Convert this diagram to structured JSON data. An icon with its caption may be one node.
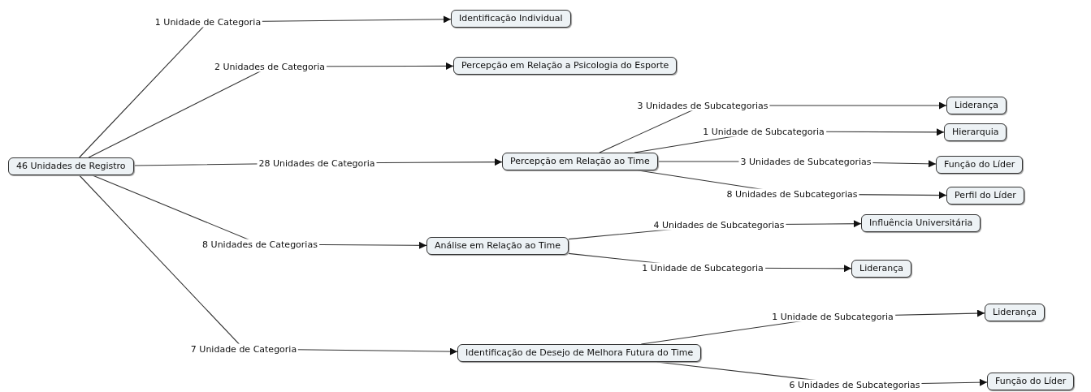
{
  "diagram": {
    "nodes": [
      {
        "text": [
          "46 Unidades de Registro"
        ]
      },
      {
        "text": [
          "Identificação Individual"
        ]
      },
      {
        "text": [
          "Percepção em Relação a Psicologia do Esporte"
        ]
      },
      {
        "text": [
          "Percepção em Relação ao Time"
        ]
      },
      {
        "text": [
          "Liderança"
        ]
      },
      {
        "text": [
          "Hierarquia"
        ]
      },
      {
        "text": [
          "Função do Líder"
        ]
      },
      {
        "text": [
          "Perfil do Líder"
        ]
      },
      {
        "text": [
          "Análise em Relação ao Time"
        ]
      },
      {
        "text": [
          "Influência Universitária"
        ]
      },
      {
        "text": [
          "Liderança"
        ]
      },
      {
        "text": [
          "Liderança"
        ]
      },
      {
        "text": [
          "Identificação de Desejo de Melhora Futura do Time"
        ]
      },
      {
        "text": [
          "Função do Líder"
        ]
      }
    ],
    "edges": [
      {
        "from": 0,
        "to": 1,
        "arrow": "to",
        "label": "1 Unidade de Categoria"
      },
      {
        "from": 0,
        "to": 2,
        "arrow": "to",
        "label": "2 Unidades de Categoria"
      },
      {
        "from": 0,
        "to": 3,
        "arrow": "to",
        "label": "28 Unidades de Categoria"
      },
      {
        "from": 0,
        "to": 8,
        "arrow": "to",
        "label": "8 Unidades de Categorias"
      },
      {
        "from": 0,
        "to": 12,
        "arrow": "to",
        "label": "7 Unidade de Categoria"
      },
      {
        "from": 3,
        "to": 4,
        "arrow": "to",
        "label": "3 Unidades de Subcategorias"
      },
      {
        "from": 3,
        "to": 5,
        "arrow": "to",
        "label": "1 Unidade de Subcategoria"
      },
      {
        "from": 3,
        "to": 6,
        "arrow": "to",
        "label": "3 Unidades de Subcategorias"
      },
      {
        "from": 3,
        "to": 7,
        "arrow": "to",
        "label": "8 Unidades de Subcategorias"
      },
      {
        "from": 8,
        "to": 9,
        "arrow": "to",
        "label": "4 Unidades de Subcategorias"
      },
      {
        "from": 8,
        "to": 10,
        "arrow": "to",
        "label": "1 Unidade de Subcategoria"
      },
      {
        "from": 12,
        "to": 11,
        "arrow": "to",
        "label": "1 Unidade de Subcategoria"
      },
      {
        "from": 12,
        "to": 13,
        "arrow": "to",
        "label": "6 Unidades de Subcategorias"
      }
    ]
  }
}
